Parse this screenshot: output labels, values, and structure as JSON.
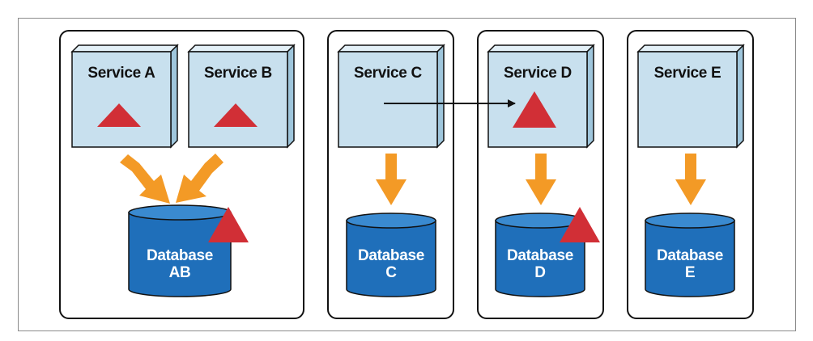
{
  "colors": {
    "service_face": "#c8e0ee",
    "service_side": "#9fc6dc",
    "service_top": "#e3f0f7",
    "database_body": "#1f6fba",
    "database_top": "#3a8ad0",
    "database_text": "#ffffff",
    "arrow": "#f39a26",
    "triangle": "#d12f36",
    "outline": "#111111",
    "frame": "#8a8a8a"
  },
  "groups": [
    {
      "services": [
        {
          "label": "Service A",
          "has_triangle": true
        },
        {
          "label": "Service B",
          "has_triangle": true
        }
      ],
      "database": {
        "line1": "Database",
        "line2": "AB",
        "has_triangle": true
      }
    },
    {
      "services": [
        {
          "label": "Service C",
          "has_triangle": false
        }
      ],
      "database": {
        "line1": "Database",
        "line2": "C",
        "has_triangle": false
      }
    },
    {
      "services": [
        {
          "label": "Service D",
          "has_triangle": true
        }
      ],
      "database": {
        "line1": "Database",
        "line2": "D",
        "has_triangle": true
      }
    },
    {
      "services": [
        {
          "label": "Service E",
          "has_triangle": false
        }
      ],
      "database": {
        "line1": "Database",
        "line2": "E",
        "has_triangle": false
      }
    }
  ],
  "call_arrow": {
    "from": "Service C",
    "to": "Service D"
  }
}
